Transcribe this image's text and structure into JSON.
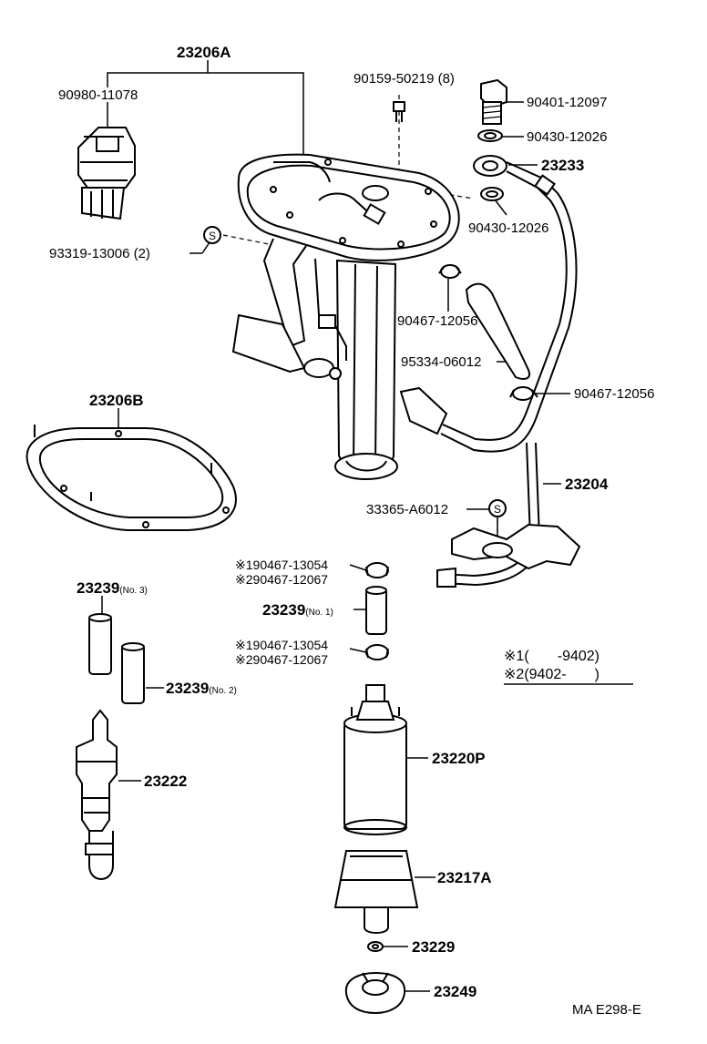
{
  "labels": {
    "p23206A": "23206A",
    "p90980": "90980-11078",
    "p90159": "90159-50219",
    "p90159_qty": "(8)",
    "p90401": "90401-12097",
    "p90430a": "90430-12026",
    "p23233": "23233",
    "p90430b": "90430-12026",
    "p93319": "93319-13006",
    "p93319_qty": "(2)",
    "p90467a": "90467-12056",
    "p95334": "95334-06012",
    "p90467b": "90467-12056",
    "p23206B": "23206B",
    "p23204": "23204",
    "p33365": "33365-A6012",
    "s1a": "※1",
    "s1a_num": "90467-13054",
    "s2a": "※2",
    "s2a_num": "90467-12067",
    "p23239_1": "23239",
    "p23239_1_note": "(No. 1)",
    "s1b": "※1",
    "s1b_num": "90467-13054",
    "s2b": "※2",
    "s2b_num": "90467-12067",
    "p23239_3": "23239",
    "p23239_3_note": "(No. 3)",
    "p23239_2": "23239",
    "p23239_2_note": "(No. 2)",
    "p23222": "23222",
    "p23220P": "23220P",
    "p23217A": "23217A",
    "p23229": "23229",
    "p23249": "23249",
    "legend1_mark": "※1",
    "legend1_range": "(       -9402)",
    "legend2_mark": "※2",
    "legend2_range": "(9402-       )",
    "footer": "MA E298-E",
    "s_mark": "S"
  }
}
